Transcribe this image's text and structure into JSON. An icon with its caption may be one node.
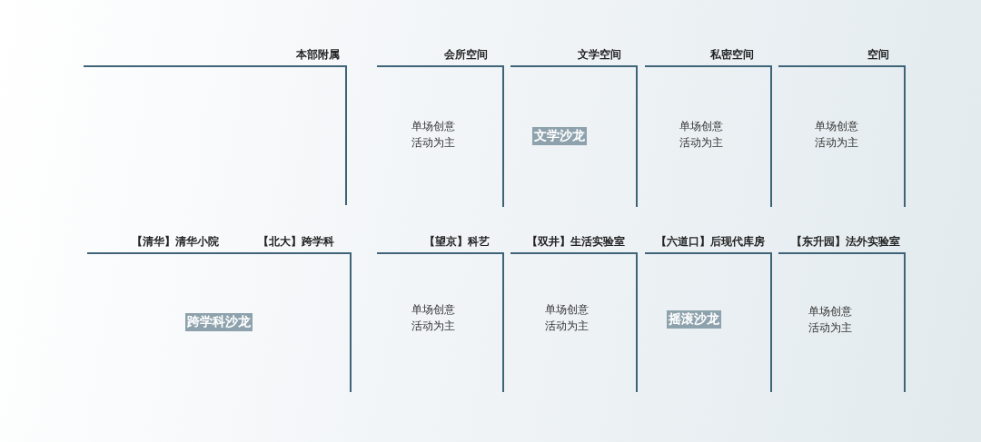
{
  "diagram": {
    "nodes": [
      {
        "text": [
          "本部附属"
        ]
      },
      {
        "text": [
          "会所空间",
          "单场创意活动为主"
        ]
      },
      {
        "text": [
          "文学空间"
        ]
      },
      {
        "text": [
          "文学沙龙"
        ],
        "in": 2
      },
      {
        "text": [
          "私密空间",
          "单场创意活动为主"
        ]
      },
      {
        "text": [
          "空间",
          "单场创意活动为主"
        ]
      },
      {
        "text": [
          "【清华】清华小院",
          "【北大】跨学科"
        ]
      },
      {
        "text": [
          "跨学科沙龙"
        ],
        "in": 6
      },
      {
        "text": [
          "【望京】科艺",
          "单场创意活动为主"
        ]
      },
      {
        "text": [
          "【双井】生活实验室",
          "单场创意活动为主"
        ]
      },
      {
        "text": [
          "【六道口】后现代库房"
        ]
      },
      {
        "text": [
          "摇滚沙龙"
        ],
        "in": 10
      },
      {
        "text": [
          "【东升园】法外实验室",
          "单场创意活动为主"
        ]
      }
    ]
  }
}
